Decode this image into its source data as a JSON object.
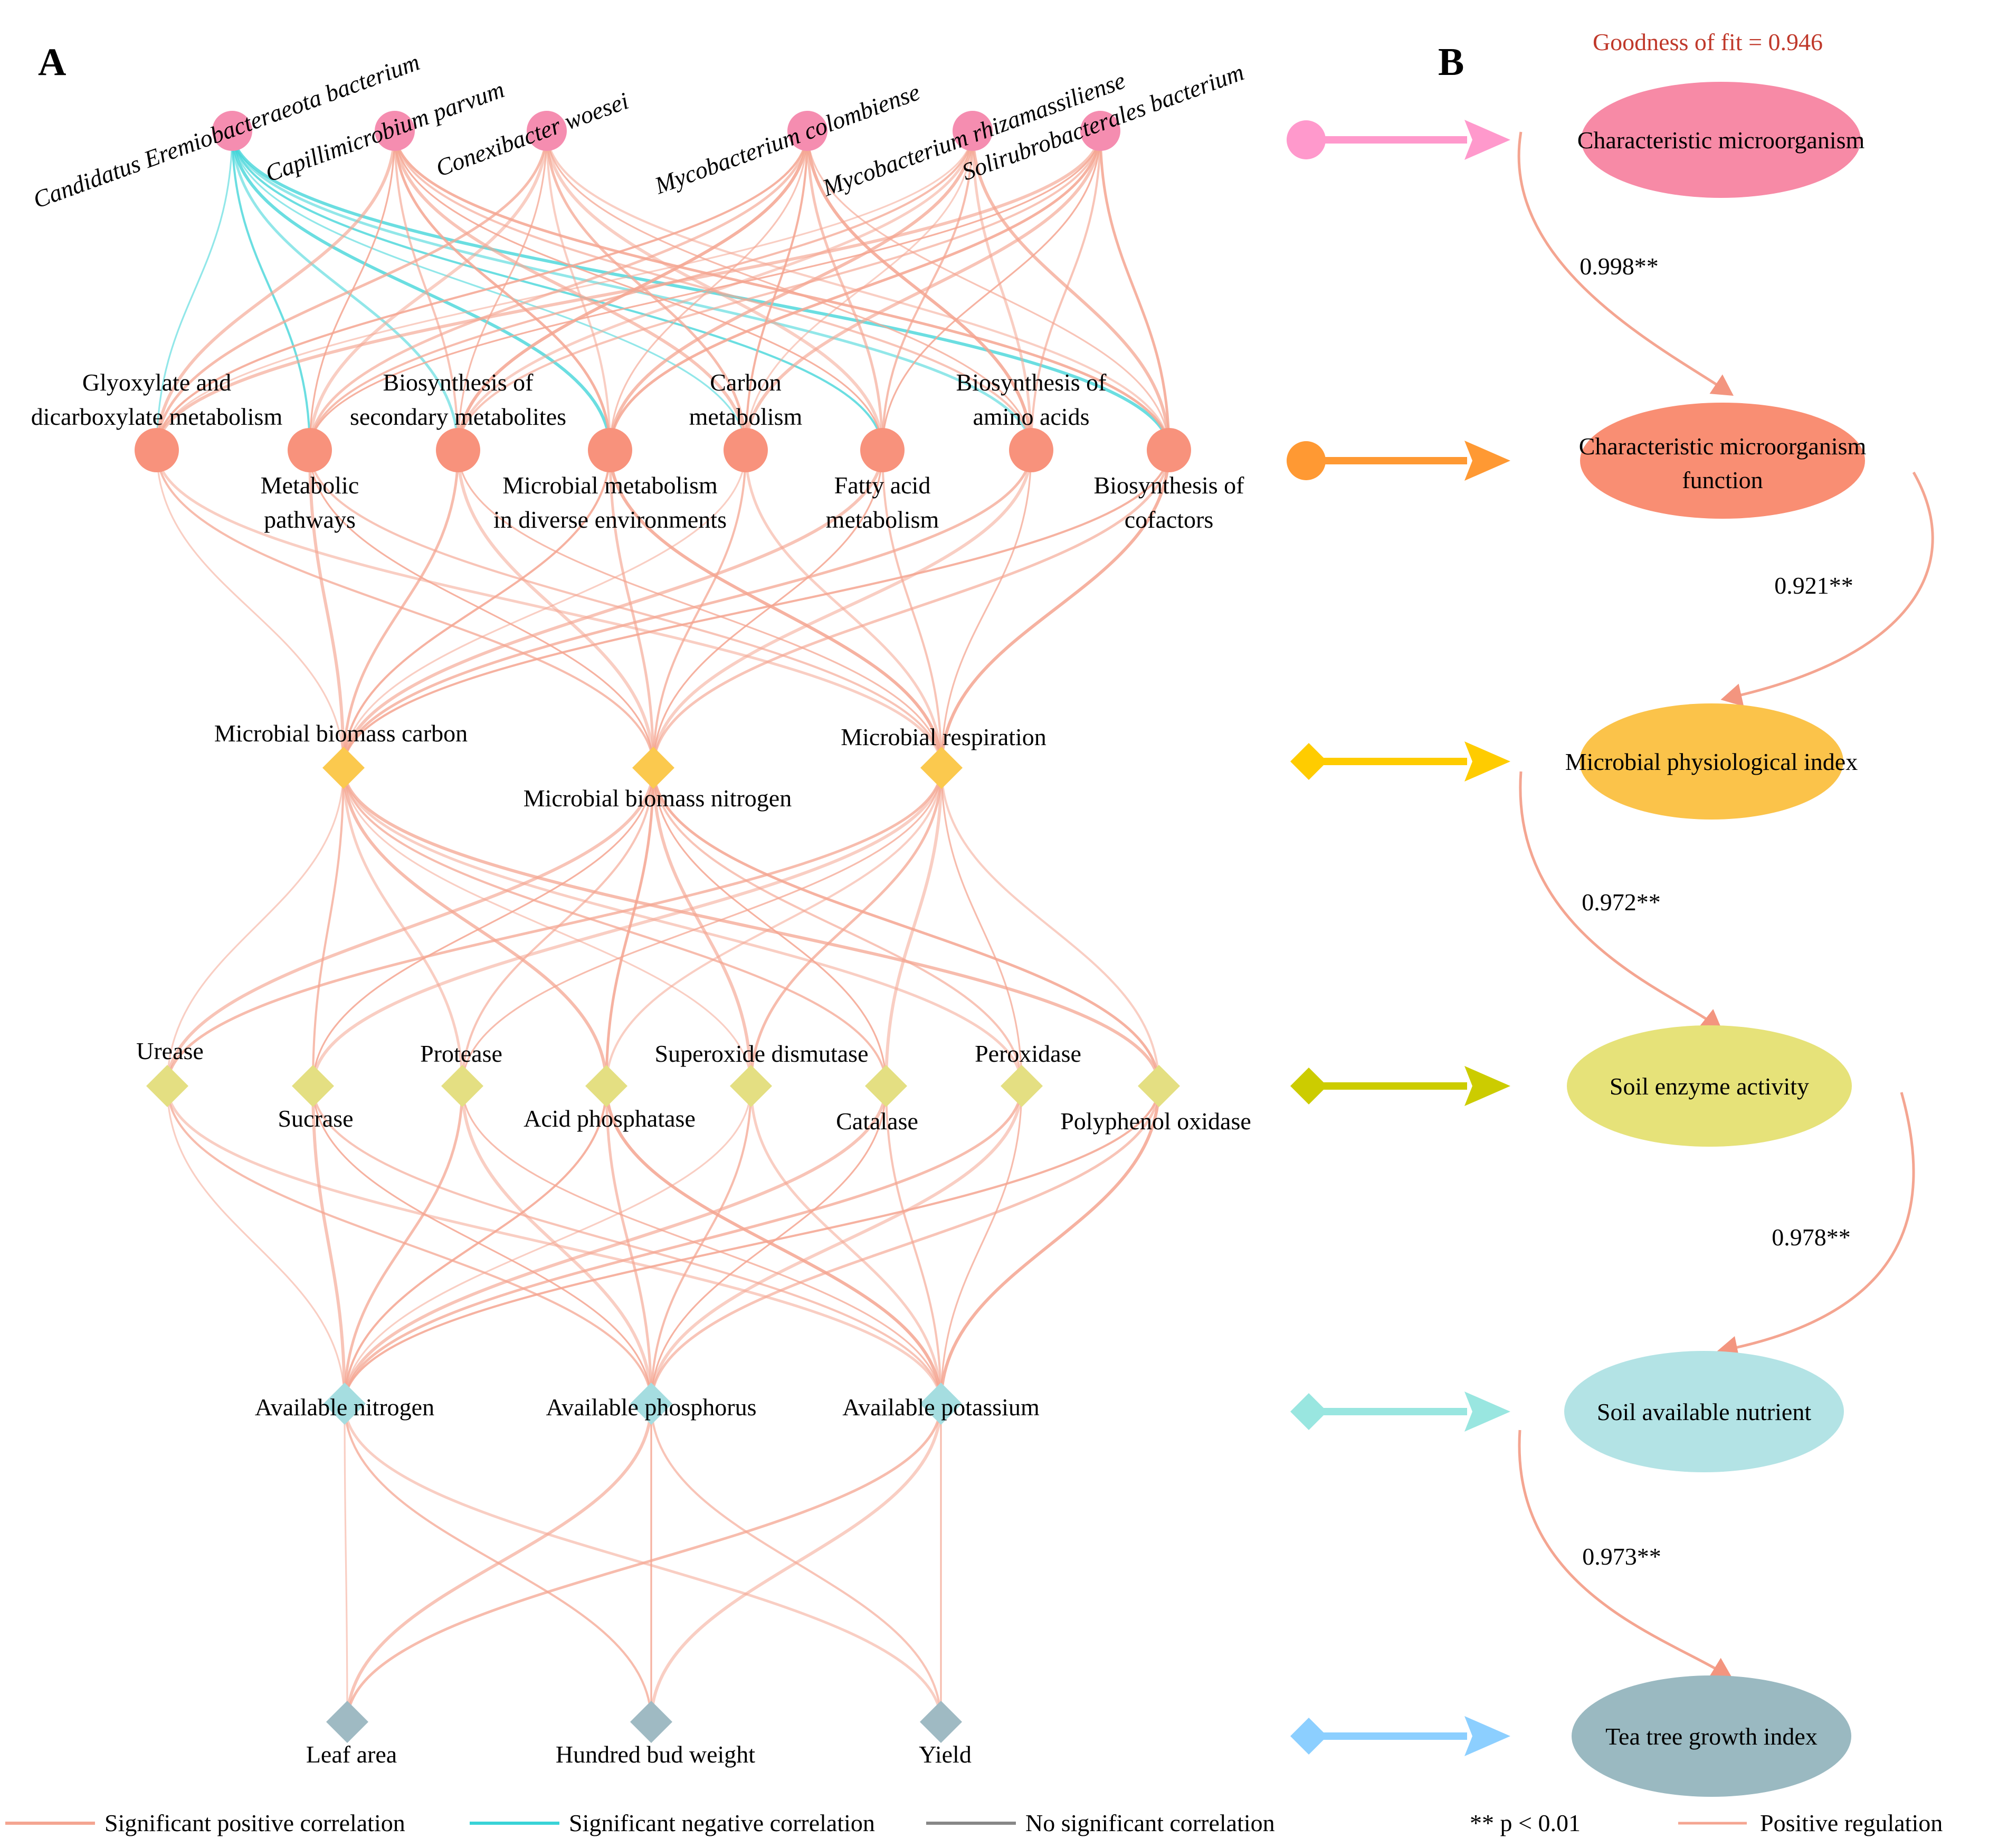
{
  "panel_a_label": "A",
  "panel_b_label": "B",
  "colors": {
    "positive": "#f4a591",
    "negative": "#39d3d7",
    "none": "#888888",
    "red_text": "#c0392b"
  },
  "panel_a": {
    "species": [
      "Candidatus Eremiobacteraeota bacterium",
      "Capillimicrobium parvum",
      "Conexibacter woesei",
      "Mycobacterium colombiense",
      "Mycobacterium rhizamassiliense",
      "Solirubrobacterales bacterium"
    ],
    "functions": [
      [
        "Glyoxylate and",
        "dicarboxylate metabolism"
      ],
      [
        "Metabolic",
        "pathways"
      ],
      [
        "Biosynthesis of",
        "secondary metabolites"
      ],
      [
        "Microbial metabolism",
        "in diverse environments"
      ],
      [
        "Carbon",
        "metabolism"
      ],
      [
        "Fatty acid",
        "metabolism"
      ],
      [
        "Biosynthesis of",
        "amino acids"
      ],
      [
        "Biosynthesis of",
        "cofactors"
      ]
    ],
    "physiology": [
      "Microbial biomass carbon",
      "Microbial biomass nitrogen",
      "Microbial respiration"
    ],
    "enzymes": [
      "Urease",
      "Sucrase",
      "Protease",
      "Acid phosphatase",
      "Superoxide dismutase",
      "Catalase",
      "Peroxidase",
      "Polyphenol oxidase"
    ],
    "nutrients": [
      "Available nitrogen",
      "Available phosphorus",
      "Available potassium"
    ],
    "growth": [
      "Leaf area",
      "Hundred bud weight",
      "Yield"
    ],
    "legend": [
      "Significant positive correlation",
      "Significant negative correlation",
      "No significant correlation"
    ]
  },
  "panel_b": {
    "goodness_of_fit": "Goodness of fit = 0.946",
    "nodes": [
      {
        "label": [
          "Characteristic microorganism"
        ],
        "fill": "#f78aa6",
        "marker_color": "#ff99cc",
        "marker_shape": "circle"
      },
      {
        "label": [
          "Characteristic microorganism",
          "function"
        ],
        "fill": "#f98e73",
        "marker_color": "#ff9933",
        "marker_shape": "circle"
      },
      {
        "label": [
          "Microbial physiological index"
        ],
        "fill": "#fbc34a",
        "marker_color": "#ffcc00",
        "marker_shape": "diamond"
      },
      {
        "label": [
          "Soil enzyme activity"
        ],
        "fill": "#e6e279",
        "marker_color": "#cccc00",
        "marker_shape": "diamond"
      },
      {
        "label": [
          "Soil available nutrient"
        ],
        "fill": "#b3e3e5",
        "marker_color": "#99e6e0",
        "marker_shape": "diamond"
      },
      {
        "label": [
          "Tea tree growth index"
        ],
        "fill": "#9ab9c1",
        "marker_color": "#8ccfff",
        "marker_shape": "diamond"
      }
    ],
    "path_coefficients": [
      "0.998**",
      "0.921**",
      "0.972**",
      "0.978**",
      "0.973**"
    ],
    "legend_significance": "** p < 0.01",
    "legend_positive": "Positive regulation"
  }
}
